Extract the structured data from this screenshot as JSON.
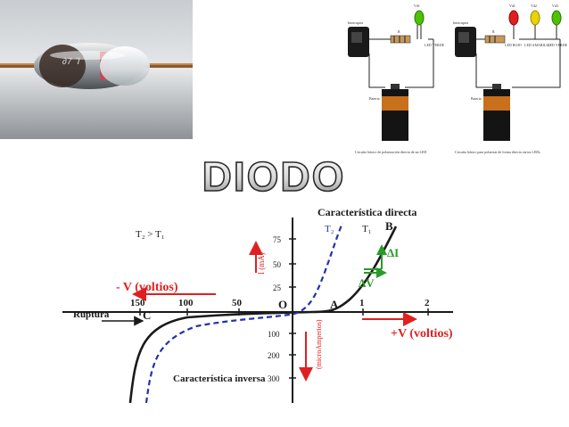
{
  "title": "DIODO",
  "circuits": {
    "left": {
      "switch": "Interruptor",
      "resistor": "R",
      "led": "LED VERDE",
      "led_top": "Vd1",
      "battery": "Bateria",
      "caption": "Circuito básico de polarización directa de un LED"
    },
    "right": {
      "switch": "Interruptor",
      "resistor": "R",
      "leds": [
        "LED ROJO",
        "LED AMARILLO",
        "LED VERDE"
      ],
      "led_tops": [
        "Vd1",
        "Vd2",
        "Vd3"
      ],
      "battery": "Bateria",
      "caption": "Circuito básico para polarizar de forma directa varios LEDs"
    },
    "colors": {
      "red": "#e02020",
      "yellow": "#e8d400",
      "green": "#4ec000"
    }
  },
  "graph": {
    "temp_note": "T₂ > T₁",
    "direct_label": "Característica directa",
    "inverse_label": "Característica inversa",
    "curve_t2": "T₂",
    "curve_t1": "T₁",
    "point_b": "B",
    "point_a": "A",
    "point_c": "C",
    "origin": "O",
    "delta_i": "ΔI",
    "delta_v": "ΔV",
    "neg_v": "- V (voltios)",
    "pos_v": "+V (voltios)",
    "ruptura": "Ruptura",
    "i_ma": "I (mA)",
    "i_ua": "(microAmperios)",
    "x_ticks_neg": [
      "150",
      "100",
      "50"
    ],
    "x_ticks_pos": [
      "1",
      "2"
    ],
    "y_ticks_pos": [
      "75",
      "50",
      "25"
    ],
    "y_ticks_neg": [
      "100",
      "200",
      "300"
    ],
    "colors": {
      "ink": "#1a1a1a",
      "red": "#e02020",
      "green": "#2a9a2a",
      "blue": "#2233aa"
    }
  }
}
